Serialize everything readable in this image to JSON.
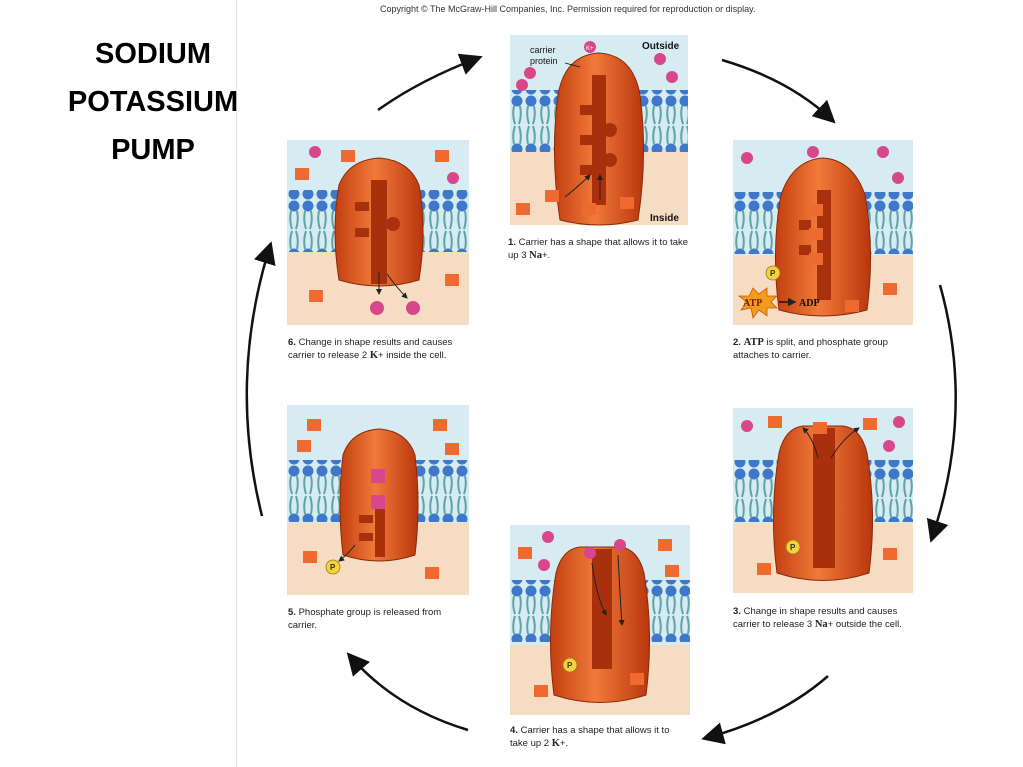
{
  "title": {
    "lines": [
      "SODIUM",
      "POTASSIUM",
      "PUMP"
    ]
  },
  "copyright": "Copyright © The McGraw-Hill Companies, Inc. Permission required for reproduction or display.",
  "labels": {
    "carrier_line1": "carrier",
    "carrier_line2": "protein",
    "outside": "Outside",
    "inside": "Inside",
    "atp": "ATP",
    "adp": "ADP",
    "phosphate": "P",
    "na": "Na+",
    "k": "K+"
  },
  "steps": [
    {
      "num": "1.",
      "pre": "Carrier has a shape that allows it to take up 3 ",
      "bold": "Na",
      "post": "+."
    },
    {
      "num": "2.",
      "pre": "",
      "bold": "ATP",
      "post": " is split, and phosphate group attaches to carrier."
    },
    {
      "num": "3.",
      "pre": "Change in shape results and causes carrier to release 3 ",
      "bold": "Na",
      "post": "+ outside the cell."
    },
    {
      "num": "4.",
      "pre": "Carrier has a shape that allows it to take up 2 ",
      "bold": "K",
      "post": "+."
    },
    {
      "num": "5.",
      "pre": "Phosphate group is released from carrier.",
      "bold": "",
      "post": ""
    },
    {
      "num": "6.",
      "pre": "Change in shape results and causes carrier to release 2 ",
      "bold": "K",
      "post": "+ inside the cell."
    }
  ],
  "colors": {
    "outside_fluid": "#d7ecf2",
    "inside_fluid": "#f7dcc4",
    "protein": "#e0551b",
    "protein_dark": "#a8300c",
    "lipid_head": "#3f78c8",
    "lipid_tail": "#5ea3a6",
    "na_ion": "#ef6a2e",
    "k_ion": "#d8478b",
    "phosphate": "#f3d23c",
    "atp_burst": "#f49a1d"
  }
}
